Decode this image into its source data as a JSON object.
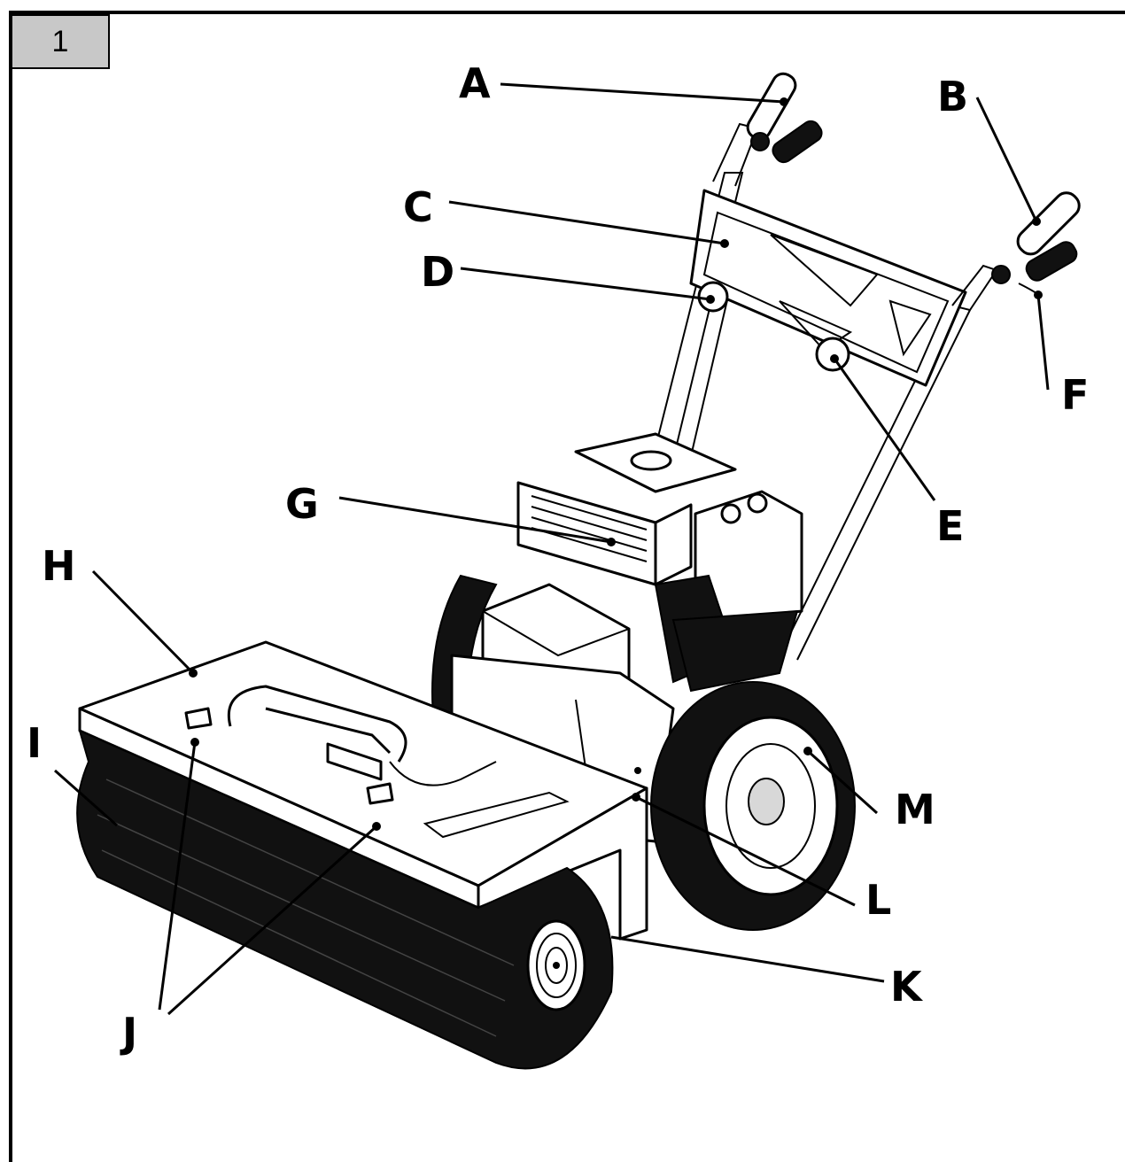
{
  "figure": {
    "number": "1"
  },
  "callouts": [
    {
      "id": "a",
      "label": "A"
    },
    {
      "id": "b",
      "label": "B"
    },
    {
      "id": "c",
      "label": "C"
    },
    {
      "id": "d",
      "label": "D"
    },
    {
      "id": "e",
      "label": "E"
    },
    {
      "id": "f",
      "label": "F"
    },
    {
      "id": "g",
      "label": "G"
    },
    {
      "id": "h",
      "label": "H"
    },
    {
      "id": "i",
      "label": "I"
    },
    {
      "id": "j",
      "label": "J"
    },
    {
      "id": "k",
      "label": "K"
    },
    {
      "id": "l",
      "label": "L"
    },
    {
      "id": "m",
      "label": "M"
    }
  ],
  "colors": {
    "line": "#000000",
    "figure_tab": "#c8c8c8",
    "background": "#ffffff"
  }
}
